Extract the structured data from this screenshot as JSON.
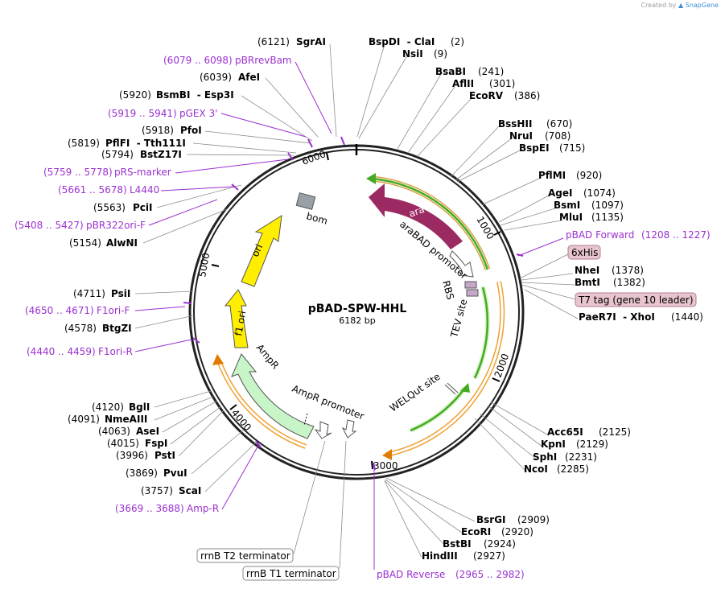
{
  "plasmid": {
    "name": "pBAD-SPW-HHL",
    "length": "6182 bp"
  },
  "brand": {
    "prefix": "Created by",
    "name": "SnapGene"
  },
  "ticks": [
    "1000",
    "2000",
    "3000",
    "4000",
    "5000",
    "6000"
  ],
  "sites": [
    {
      "pos": "(6121)",
      "name": "SgrAI"
    },
    {
      "pos": "(6039)",
      "name": "AfeI"
    },
    {
      "pos": "(5920)",
      "name": "BsmBI  - Esp3I"
    },
    {
      "pos": "(5918)",
      "name": "PfoI"
    },
    {
      "pos": "(5819)",
      "name": "PflFI  - Tth111I"
    },
    {
      "pos": "(5794)",
      "name": "BstZ17I"
    },
    {
      "pos": "(5563)",
      "name": "PciI"
    },
    {
      "pos": "(5154)",
      "name": "AlwNI"
    },
    {
      "pos": "(4711)",
      "name": "PsiI"
    },
    {
      "pos": "(4578)",
      "name": "BtgZI"
    },
    {
      "pos": "(4120)",
      "name": "BglI"
    },
    {
      "pos": "(4091)",
      "name": "NmeAIII"
    },
    {
      "pos": "(4063)",
      "name": "AseI"
    },
    {
      "pos": "(4015)",
      "name": "FspI"
    },
    {
      "pos": "(3996)",
      "name": "PstI"
    },
    {
      "pos": "(3869)",
      "name": "PvuI"
    },
    {
      "pos": "(3757)",
      "name": "ScaI"
    },
    {
      "name": "BspDI  - ClaI",
      "pos": "(2)"
    },
    {
      "name": "NsiI",
      "pos": "(9)"
    },
    {
      "name": "BsaBI",
      "pos": "(241)"
    },
    {
      "name": "AflII",
      "pos": "(301)"
    },
    {
      "name": "EcoRV",
      "pos": "(386)"
    },
    {
      "name": "BssHII",
      "pos": "(670)"
    },
    {
      "name": "NruI",
      "pos": "(708)"
    },
    {
      "name": "BspEI",
      "pos": "(715)"
    },
    {
      "name": "PflMI",
      "pos": "(920)"
    },
    {
      "name": "AgeI",
      "pos": "(1074)"
    },
    {
      "name": "BsmI",
      "pos": "(1097)"
    },
    {
      "name": "MluI",
      "pos": "(1135)"
    },
    {
      "name": "NheI",
      "pos": "(1378)"
    },
    {
      "name": "BmtI",
      "pos": "(1382)"
    },
    {
      "name": "PaeR7I  - XhoI",
      "pos": "(1440)"
    },
    {
      "name": "Acc65I",
      "pos": "(2125)"
    },
    {
      "name": "KpnI",
      "pos": "(2129)"
    },
    {
      "name": "SphI",
      "pos": "(2231)"
    },
    {
      "name": "NcoI",
      "pos": "(2285)"
    },
    {
      "name": "BsrGI",
      "pos": "(2909)"
    },
    {
      "name": "EcoRI",
      "pos": "(2920)"
    },
    {
      "name": "BstBI",
      "pos": "(2924)"
    },
    {
      "name": "HindIII",
      "pos": "(2927)"
    }
  ],
  "primers": [
    {
      "range": "(6079 .. 6098)",
      "name": "pBRrevBam"
    },
    {
      "range": "(5919 .. 5941)",
      "name": "pGEX 3'"
    },
    {
      "range": "(5759 .. 5778)",
      "name": "pRS-marker"
    },
    {
      "range": "(5661 .. 5678)",
      "name": "L4440"
    },
    {
      "range": "(5408 .. 5427)",
      "name": "pBR322ori-F"
    },
    {
      "range": "(4650 .. 4671)",
      "name": "F1ori-F"
    },
    {
      "range": "(4440 .. 4459)",
      "name": "F1ori-R"
    },
    {
      "range": "(3669 .. 3688)",
      "name": "Amp-R"
    },
    {
      "name": "pBAD Forward",
      "range": "(1208 .. 1227)"
    },
    {
      "name": "pBAD Reverse",
      "range": "(2965 .. 2982)"
    }
  ],
  "boxed": {
    "his": "6xHis",
    "t7": "T7 tag (gene 10 leader)",
    "rrnb_t2": "rrnB T2 terminator",
    "rrnb_t1": "rrnB T1 terminator"
  },
  "features": {
    "arac": "araC",
    "arabad": "araBAD promoter",
    "rbs": "RBS",
    "tev": "TEV site",
    "welqut": "WELQut site",
    "ampr": "AmpR",
    "ampr_promoter": "AmpR promoter",
    "f1ori": "f1 ori",
    "ori": "ori",
    "bom": "bom"
  },
  "colors": {
    "arac": "#9c2a62",
    "ori": "#ffee00",
    "ampr": "#c8f5c8",
    "cds_green": "#44aa22",
    "orange": "#f0a030",
    "primer": "#9b30d0",
    "bom": "#9aa0a8",
    "brand": "#3b8fd4"
  }
}
